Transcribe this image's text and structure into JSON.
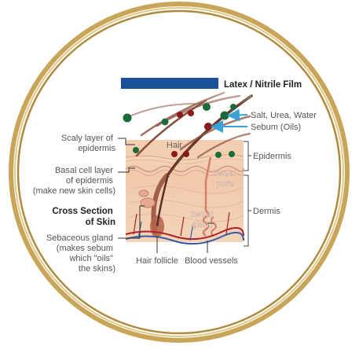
{
  "film": {
    "label": "Latex / Nitrile Film",
    "bar_color": "#1a4f9a"
  },
  "excretion_labels": {
    "salt": "Salt, Urea, Water",
    "sebum": "Sebum (Oils)"
  },
  "left_labels": {
    "scaly": [
      "Scaly layer of",
      "epidermis"
    ],
    "basal": [
      "Basal cell layer",
      "of epidermis",
      "(make new skin cells)"
    ],
    "cross_section": [
      "Cross Section",
      "of Skin"
    ],
    "sebaceous": [
      "Sebaceous gland",
      "(makes sebum",
      "which \"oils\"",
      "the skins)"
    ]
  },
  "inner_labels": {
    "hair": "Hair",
    "sweat_pore": [
      "Sweat",
      "pore"
    ],
    "sweat_gland": [
      "Sweat",
      "gland"
    ]
  },
  "right_labels": {
    "epidermis": "Epidermis",
    "dermis": "Dermis"
  },
  "bottom_labels": {
    "hair_follicle": "Hair follicle",
    "blood_vessels": "Blood vessels"
  },
  "colors": {
    "ring_gold": "#b89446",
    "green_dot": "#1a6b3a",
    "red_dot": "#8b1b1b",
    "arrow_blue": "#3aa0d8",
    "label_gray": "#555555"
  }
}
